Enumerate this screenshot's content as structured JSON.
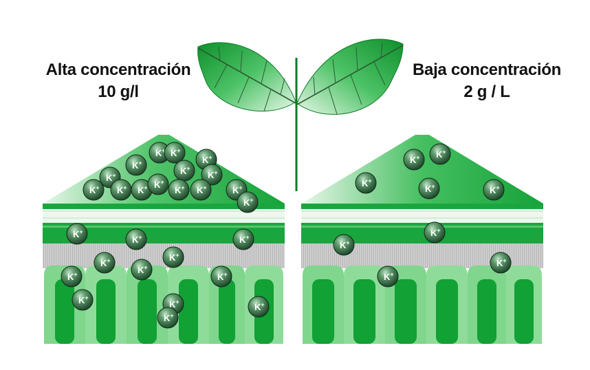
{
  "left": {
    "title": "Alta concentración",
    "value": "10 g/l"
  },
  "right": {
    "title": "Baja concentración",
    "value": "2 g / L"
  },
  "ion": {
    "symbol": "K",
    "charge": "+"
  },
  "colors": {
    "leaf_green": "#1aa03a",
    "cell_green": "#22b14c",
    "dark_green": "#0a8a24",
    "light_green": "#8fdc9a",
    "gray_layer": "#c8c8c8",
    "ion_dark": "#1f4a2e"
  }
}
